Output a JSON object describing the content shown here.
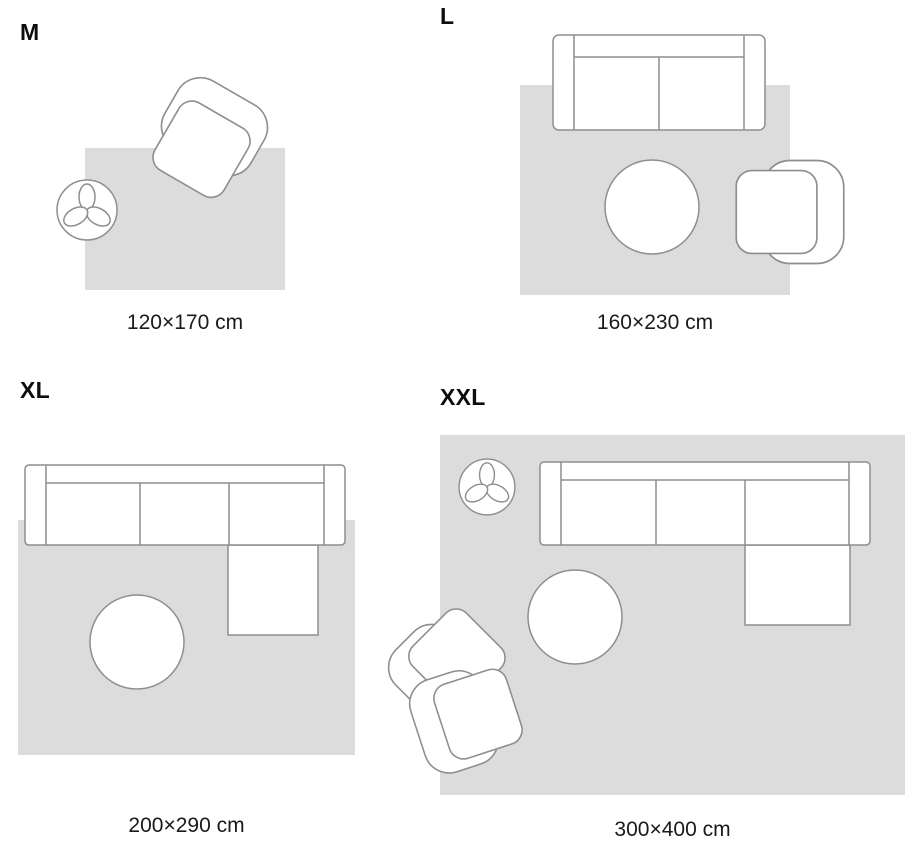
{
  "theme": {
    "background": "#ffffff",
    "rug_color": "#dcdcdc",
    "outline_color": "#8e8e8e",
    "label_color": "#0d0d0d",
    "caption_color": "#1a1a1a"
  },
  "sizes": [
    {
      "id": "m",
      "label": "M",
      "dimensions": "120×170 cm"
    },
    {
      "id": "l",
      "label": "L",
      "dimensions": "160×230 cm"
    },
    {
      "id": "xl",
      "label": "XL",
      "dimensions": "200×290 cm"
    },
    {
      "id": "xxl",
      "label": "XXL",
      "dimensions": "300×400 cm"
    }
  ],
  "icons": {
    "armchair": "armchair-icon",
    "sofa": "sofa-icon",
    "sectional_sofa": "sectional-sofa-icon",
    "coffee_table": "coffee-table-icon",
    "plant": "plant-icon"
  }
}
